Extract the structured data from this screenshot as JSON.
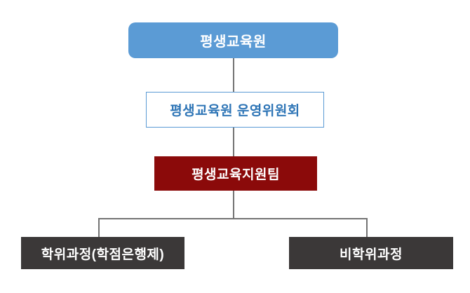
{
  "org_chart": {
    "type": "org-chart",
    "title_node": {
      "label": "평생교육원"
    },
    "committee_node": {
      "label": "평생교육원 운영위원회"
    },
    "team_node": {
      "label": "평생교육지원팀"
    },
    "degree_node": {
      "label": "학위과정(학점은행제)"
    },
    "non_degree_node": {
      "label": "비학위과정"
    },
    "hierarchy": [
      {
        "parent": "평생교육원",
        "child": "평생교육원 운영위원회"
      },
      {
        "parent": "평생교육원 운영위원회",
        "child": "평생교육지원팀"
      },
      {
        "parent": "평생교육지원팀",
        "child": "학위과정(학점은행제)"
      },
      {
        "parent": "평생교육지원팀",
        "child": "비학위과정"
      }
    ]
  },
  "colors": {
    "root_fill": "#5B9BD5",
    "committee_border": "#5B9BD5",
    "committee_text": "#2E75B6",
    "team_fill": "#8B0A0A",
    "course_fill": "#3B3838",
    "connector": "#737373",
    "background": "#FFFFFF"
  }
}
